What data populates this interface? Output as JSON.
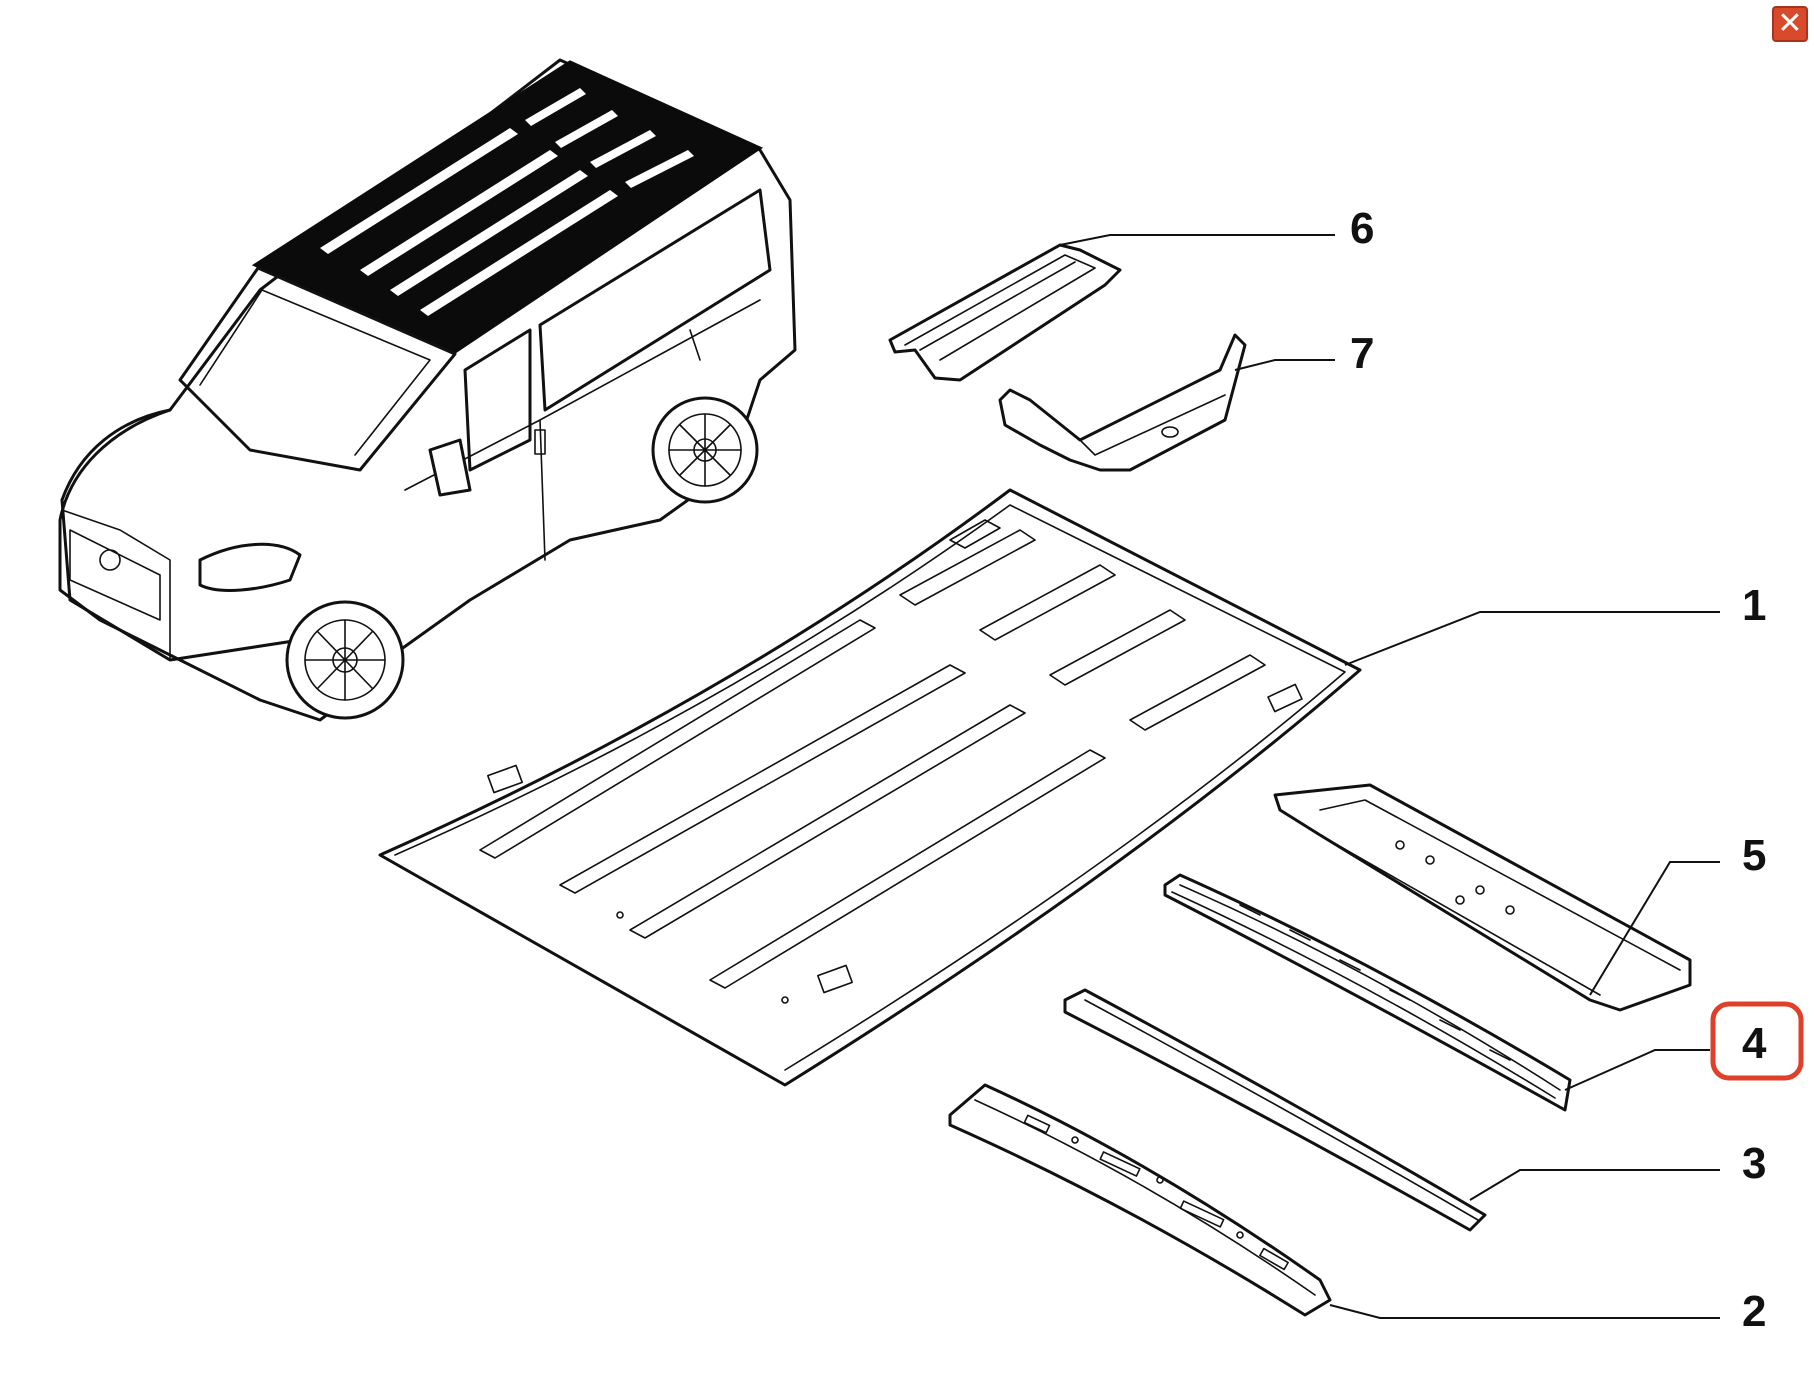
{
  "window": {
    "close_icon": "close-icon",
    "close_glyph": "✕",
    "close_color": "#d94a2c"
  },
  "diagram": {
    "highlight_color": "#e0402a",
    "highlighted_callout": "4",
    "callouts": [
      {
        "id": "c1",
        "label": "1"
      },
      {
        "id": "c2",
        "label": "2"
      },
      {
        "id": "c3",
        "label": "3"
      },
      {
        "id": "c4",
        "label": "4"
      },
      {
        "id": "c5",
        "label": "5"
      },
      {
        "id": "c6",
        "label": "6"
      },
      {
        "id": "c7",
        "label": "7"
      }
    ]
  }
}
